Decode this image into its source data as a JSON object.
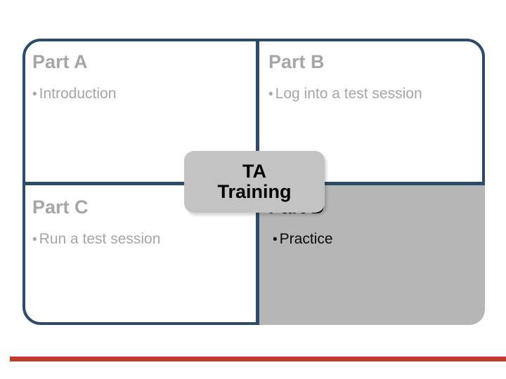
{
  "slide": {
    "center_chip": {
      "name": "TA Training",
      "line1": "TA",
      "line2": "Training"
    },
    "quadrants": [
      {
        "id": "a",
        "title": "Part A",
        "bullet_marker": "•",
        "bullet": "Introduction",
        "state": "dim"
      },
      {
        "id": "b",
        "title": "Part B",
        "bullet_marker": "•",
        "bullet": "Log into a test session",
        "state": "dim"
      },
      {
        "id": "c",
        "title": "Part C",
        "bullet_marker": "•",
        "bullet": "Run a test session",
        "state": "dim"
      },
      {
        "id": "d",
        "title": "Part D",
        "bullet_marker": "•",
        "bullet": "Practice",
        "state": "active"
      }
    ]
  },
  "colors": {
    "frame_border": "#2b4b6b",
    "divider": "#2b4b6b",
    "dim_text": "#a6a6a6",
    "active_text": "#0a0a0a",
    "highlight_fill": "#b6b6b6",
    "chip_fill": "#c3c3c3",
    "accent_rule": "#c0392b",
    "page_background": "#ffffff"
  }
}
